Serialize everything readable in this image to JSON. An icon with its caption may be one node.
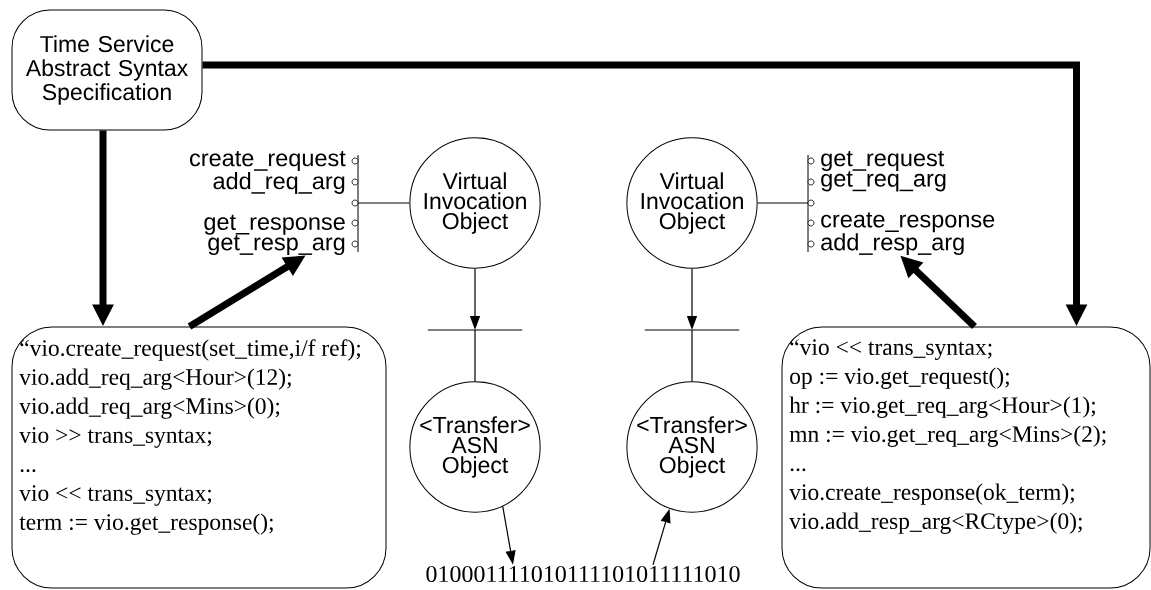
{
  "diagram": {
    "nodes": [
      {
        "text": [
          "Time Service Abstract Syntax Specification"
        ]
      },
      {
        "text": [
          "create_request",
          "add_req_arg",
          "get_response",
          "get_resp_arg"
        ]
      },
      {
        "text": [
          "Virtual Invocation Object"
        ]
      },
      {
        "text": [],
        "shape": "bar"
      },
      {
        "text": [
          "<Transfer> ASN Object"
        ]
      },
      {
        "text": [
          "010001111010111101011111010"
        ]
      },
      {
        "text": [
          "Virtual Invocation Object"
        ]
      },
      {
        "text": [
          "get_request",
          "get_req_arg",
          "create_response",
          "add_resp_arg"
        ]
      },
      {
        "text": [],
        "shape": "bar"
      },
      {
        "text": [
          "<Transfer> ASN Object"
        ]
      },
      {
        "text": [
          "“vio.create_request(set_time,i/f ref);",
          "vio.add_req_arg<Hour>(12);",
          "vio.add_req_arg<Mins>(0);",
          "vio >> trans_syntax;",
          "...",
          "vio << trans_syntax;",
          "term := vio.get_response();"
        ]
      },
      {
        "text": [
          "“vio << trans_syntax;",
          "op := vio.get_request();",
          "hr := vio.get_req_arg<Hour>(1);",
          "mn := vio.get_req_arg<Mins>(2);",
          "...",
          "vio.create_response(ok_term);",
          "vio.add_resp_arg<RCtype>(0);"
        ]
      }
    ],
    "edges": [
      {
        "from": 0,
        "to": 10,
        "arrow": "to",
        "style": "thick"
      },
      {
        "from": 0,
        "to": 11,
        "arrow": "to",
        "style": "thick"
      },
      {
        "from": 10,
        "to": 1,
        "arrow": "to",
        "style": "thick"
      },
      {
        "from": 11,
        "to": 7,
        "arrow": "to",
        "style": "thick"
      },
      {
        "from": 1,
        "to": 2,
        "arrow": "none"
      },
      {
        "from": 6,
        "to": 7,
        "arrow": "none"
      },
      {
        "from": 2,
        "to": 3,
        "arrow": "to"
      },
      {
        "from": 3,
        "to": 4,
        "arrow": "none"
      },
      {
        "from": 6,
        "to": 8,
        "arrow": "to"
      },
      {
        "from": 8,
        "to": 9,
        "arrow": "none"
      },
      {
        "from": 4,
        "to": 5,
        "arrow": "to"
      },
      {
        "from": 5,
        "to": 9,
        "arrow": "to"
      }
    ]
  }
}
